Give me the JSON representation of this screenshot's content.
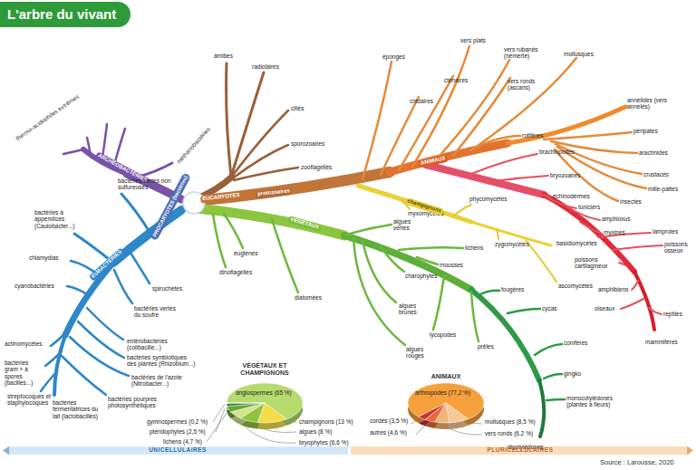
{
  "diagram": {
    "title": "L'arbre du vivant",
    "caption": "Source : Larousse, 2020",
    "nodes": [
      {
        "text": [
          "PROCARYOTES (bactéries)"
        ]
      }
    ],
    "labels": [
      "thermo-acidophiles extrêmes",
      "méthanobactéries",
      "ARCHÉOBACTÉRIES",
      "bactéries vertes non sulfureuses",
      "bactéries à appendices (Caulobacter...)",
      "chlamydias",
      "cyanobactéries",
      "EUBACTÉRIES",
      "spirochètes",
      "bactéries vertes du soufre",
      "actinomycètes",
      "bactéries gram + à spores (bacilles...)",
      "entérobactéries (colibacille...)",
      "bactéries symbiotiques des plantes (Rhizobium...)",
      "bactéries de l'azote (Nitrobacter...)",
      "streptocoques et staphylocoques",
      "bactéries pourpres photosynthétiques",
      "bactéries fermentatrices du lait (lactobacilles)",
      "amibes",
      "radiolaires",
      "ciliés",
      "sporozoaires",
      "zooflagellés",
      "protozoaires",
      "EUCARYOTES",
      "euglènes",
      "dinoflagellés",
      "diatomées",
      "VÉGÉTAUX",
      "algues vertes",
      "myxomycètes",
      "champignons",
      "phycomycètes",
      "zygomycètes",
      "lichens",
      "mousses",
      "charophytes",
      "algues brunes",
      "lycopodes",
      "algues rouges",
      "prêles",
      "fougères",
      "cycas",
      "conifères",
      "gingko",
      "monocotylédones (plantes à fleurs)",
      "dicotylédones",
      "basidiomycètes",
      "ascomycètes",
      "éponges",
      "vers plats",
      "cnidaires",
      "cténaires",
      "vers rubanés (némerte)",
      "vers ronds (ascaris)",
      "mollusques",
      "ANIMAUX",
      "rotifères",
      "annélides (vers annelés)",
      "péripates",
      "arachnides",
      "crustacés",
      "mille-pattes",
      "brachiopodes",
      "bryozoaires",
      "insectes",
      "échinodermes",
      "tuniciers",
      "amphioxus",
      "myxines",
      "lamproies",
      "poissons osseux",
      "poissons cartilagineux",
      "amphibiens",
      "oiseaux",
      "reptiles",
      "mammifères",
      "VÉGÉTAUX ET CHAMPIGNONS",
      "angiospermes (65 %)",
      "gymnospermes (0,2 %)",
      "ptéridophytes (2,5 %)",
      "lichens (4,7 %)",
      "champignons (13 %)",
      "algues (8 %)",
      "bryophytes (6,6 %)",
      "ANIMAUX",
      "arthropodes (77,2 %)",
      "cordés (3,5 %)",
      "autres (4,6 %)",
      "mollusques (8,5 %)",
      "vers ronds (6,2 %)",
      "UNICELLULAIRES",
      "PLURICELLULAIRES"
    ]
  }
}
